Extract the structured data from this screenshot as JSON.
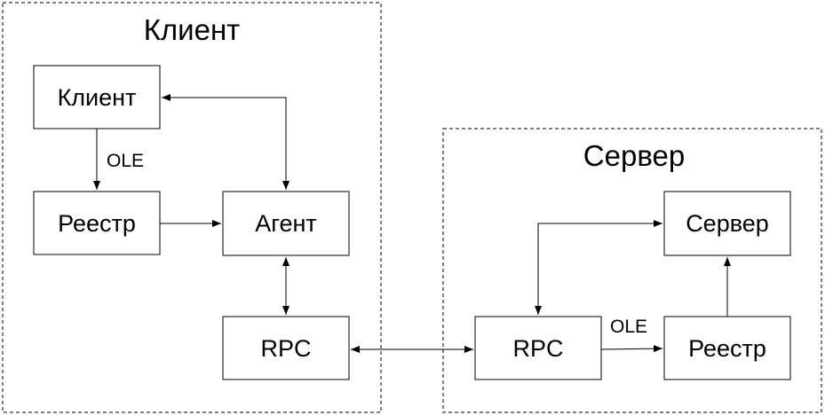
{
  "groups": {
    "client": {
      "title": "Клиент"
    },
    "server": {
      "title": "Сервер"
    }
  },
  "nodes": {
    "client_app": "Клиент",
    "client_registry": "Реестр",
    "agent": "Агент",
    "client_rpc": "RPC",
    "server_rpc": "RPC",
    "server_registry": "Реестр",
    "server_app": "Сервер"
  },
  "edge_labels": {
    "client_ole": "OLE",
    "server_ole": "OLE"
  },
  "colors": {
    "stroke": "#000000",
    "background": "#ffffff"
  }
}
